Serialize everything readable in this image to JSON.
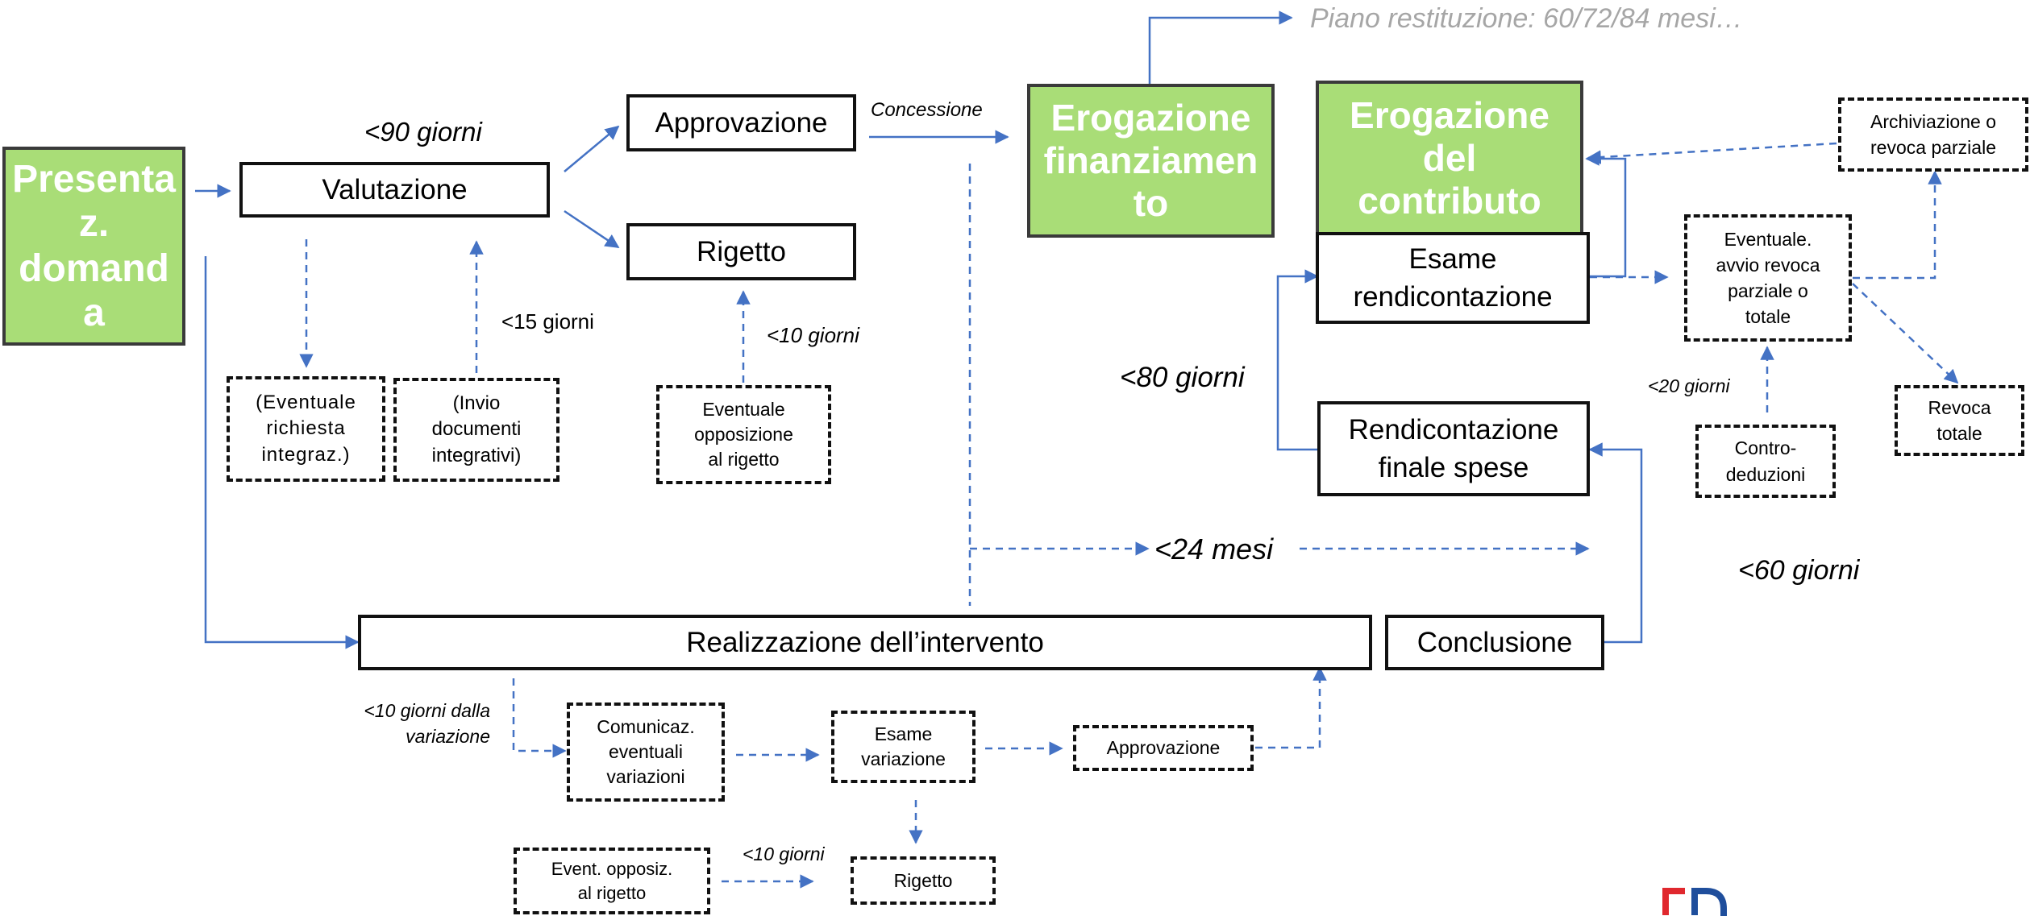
{
  "nodes": {
    "presentazione": "Presenta\nz.\ndomand\na",
    "valutazione": "Valutazione",
    "approvazione": "Approvazione",
    "rigetto": "Rigetto",
    "erogazione_finanziamento": "Erogazione\nfinanziamen\nto",
    "erogazione_contributo": "Erogazione\ndel\ncontributo",
    "esame_rendicontazione": "Esame\nrendicontazione",
    "rendicontazione_finale": "Rendicontazione\nfinale spese",
    "richiesta_integrazione": "(Eventuale\nrichiesta\nintegraz.)",
    "invio_documenti": "(Invio\ndocumenti\nintegrativi)",
    "opposizione_rigetto": "Eventuale\nopposizione\nal rigetto",
    "realizzazione": "Realizzazione dell’intervento",
    "conclusione": "Conclusione",
    "comunicazione_variazioni": "Comunicaz.\neventuali\nvariazioni",
    "esame_variazione": "Esame\nvariazione",
    "approvazione_variazione": "Approvazione",
    "rigetto_variazione": "Rigetto",
    "opposizione_variazione": "Event. opposiz.\nal rigetto",
    "archiviazione": "Archiviazione o\nrevoca parziale",
    "avvio_revoca": "Eventuale.\navvio revoca\nparziale o\ntotale",
    "revoca_totale": "Revoca\ntotale",
    "controdeduzioni": "Contro-\ndeduzioni"
  },
  "labels": {
    "piano_restituzione": "Piano restituzione: 60/72/84 mesi…",
    "novanta_giorni": "<90 giorni",
    "concessione": "Concessione",
    "quindici_giorni": "<15 giorni",
    "dieci_giorni_rigetto": "<10 giorni",
    "ottanta_giorni": "<80 giorni",
    "ventiquattro_mesi": "<24 mesi",
    "sessanta_giorni": "<60 giorni",
    "venti_giorni": "<20 giorni",
    "dieci_giorni_variazione": "<10 giorni dalla\nvariazione",
    "dieci_giorni_opposizione": "<10 giorni"
  },
  "colors": {
    "arrow": "#4472c4",
    "green_fill": "#a9dd77",
    "gray_text": "#a6a6a6",
    "logo_red": "#e0282e",
    "logo_blue": "#1f4e9c"
  }
}
